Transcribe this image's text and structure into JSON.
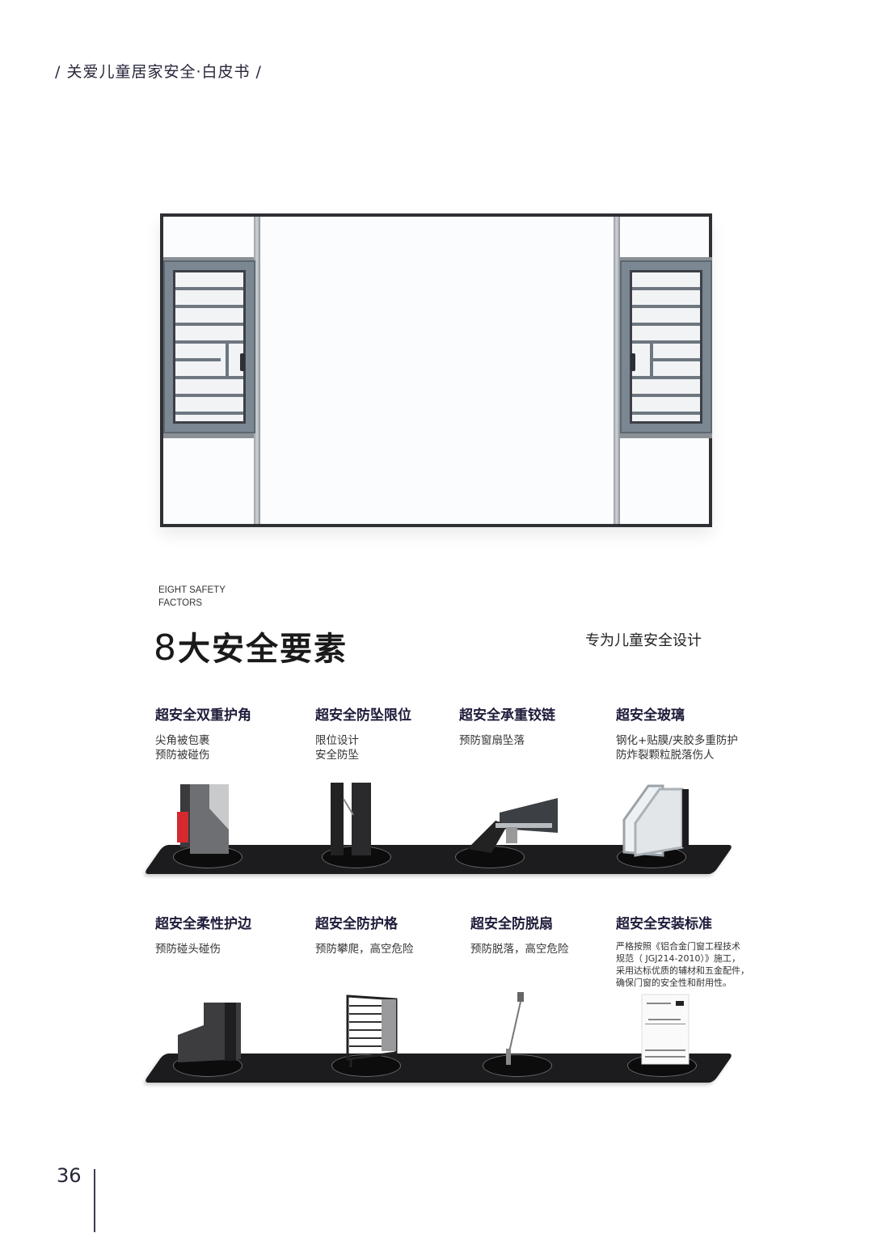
{
  "header": {
    "title": "/ 关爱儿童居家安全·白皮书 /"
  },
  "hero": {
    "image": "window-with-safety-grilles-illustration"
  },
  "section": {
    "eyebrow_line1": "EIGHT SAFETY",
    "eyebrow_line2": "FACTORS",
    "title_number": "8",
    "title_text": "大安全要素",
    "tagline": "专为儿童安全设计"
  },
  "features_row1": [
    {
      "title": "超安全双重护角",
      "desc": "尖角被包裹\n预防被碰伤",
      "icon": "corner-guard-icon"
    },
    {
      "title": "超安全防坠限位",
      "desc": "限位设计\n安全防坠",
      "icon": "limiter-icon"
    },
    {
      "title": "超安全承重铰链",
      "desc": "预防窗扇坠落",
      "icon": "hinge-icon"
    },
    {
      "title": "超安全玻璃",
      "desc": "钢化+贴膜/夹胶多重防护\n防炸裂颗粒脱落伤人",
      "icon": "glass-icon"
    }
  ],
  "features_row2": [
    {
      "title": "超安全柔性护边",
      "desc": "预防碰头碰伤",
      "icon": "soft-edge-icon"
    },
    {
      "title": "超安全防护格",
      "desc": "预防攀爬，高空危险",
      "icon": "grille-icon"
    },
    {
      "title": "超安全防脱扇",
      "desc": "预防脱落，高空危险",
      "icon": "anti-drop-stay-icon"
    },
    {
      "title": "超安全安装标准",
      "desc": "严格按照《铝合金门窗工程技术\n规范（ JGJ214-2010）》施工，\n采用达标优质的辅材和五金配件，\n确保门窗的安全性和耐用性。",
      "icon": "standard-document-icon"
    }
  ],
  "footer": {
    "page_number": "36"
  },
  "colors": {
    "title": "#1e1c3a",
    "shelf": "#1c1c1e",
    "accent_red": "#d42a2f",
    "frame": "#7b8792"
  }
}
